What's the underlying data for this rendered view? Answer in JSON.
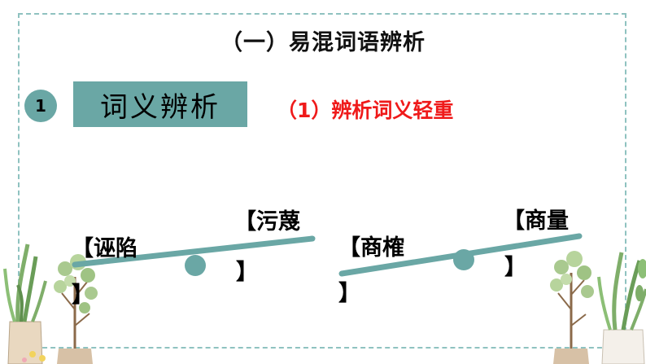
{
  "slide": {
    "title": "（一）易混词语辨析",
    "section_number": "1",
    "section_heading": "词义辨析",
    "subheading": "（1）辨析词义轻重"
  },
  "scales": [
    {
      "left_word": "【诬陷",
      "left_close": "】",
      "right_word": "【污蔑",
      "right_close": "】"
    },
    {
      "left_word": "【商榷",
      "left_close": "】",
      "right_word": "【商量",
      "right_close": "】"
    }
  ],
  "colors": {
    "accent": "#6aa7a5",
    "frame": "#8fc2c0",
    "subheading": "#ef1a1a"
  }
}
